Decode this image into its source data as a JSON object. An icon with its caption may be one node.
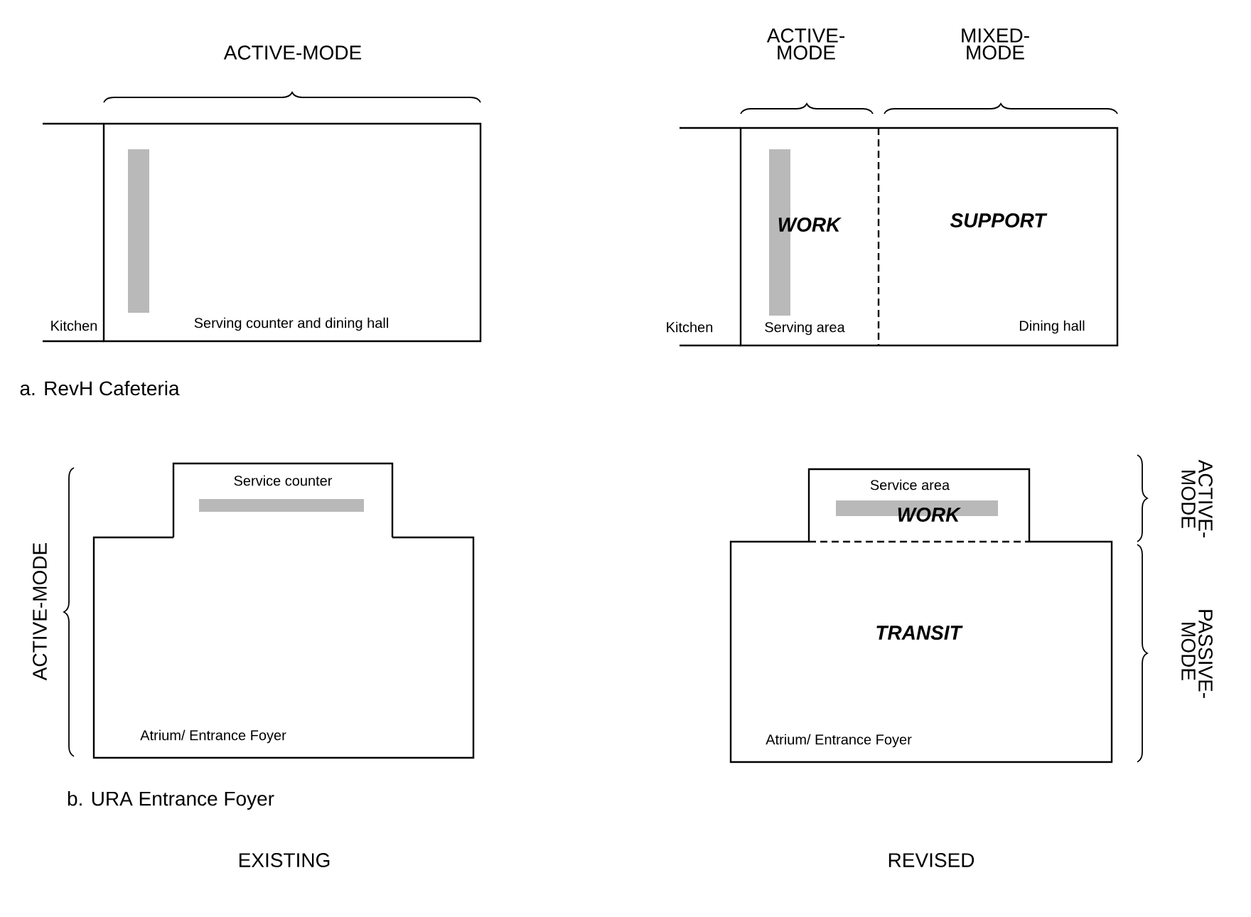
{
  "diagram": {
    "nodes": [
      {
        "text": [
          "Serving counter and dining hall"
        ]
      },
      {
        "text": [
          "WORK",
          "Serving area"
        ]
      },
      {
        "text": [
          "SUPPORT",
          "Dining hall"
        ]
      },
      {
        "text": [
          "Service counter"
        ]
      },
      {
        "text": [
          "Atrium/ Entrance Foyer"
        ]
      },
      {
        "text": [
          "Service area",
          "WORK"
        ]
      },
      {
        "text": [
          "TRANSIT",
          "Atrium/ Entrance Foyer"
        ]
      }
    ],
    "labels": [
      "ACTIVE-MODE",
      "ACTIVE- MODE",
      "MIXED- MODE",
      "Kitchen",
      "Kitchen",
      "a. RevH Cafeteria",
      "ACTIVE-MODE",
      "ACTIVE- MODE",
      "PASSIVE- MODE",
      "b. URA Entrance Foyer",
      "EXISTING",
      "REVISED"
    ]
  }
}
